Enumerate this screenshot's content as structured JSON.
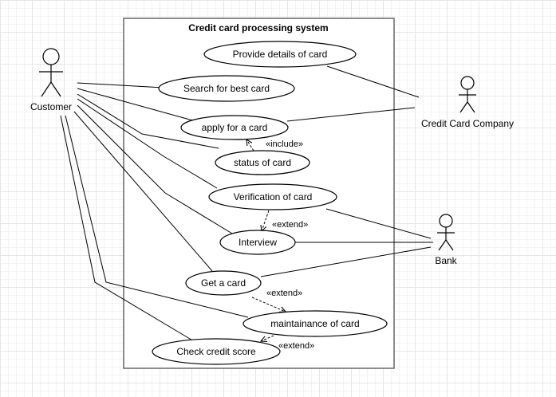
{
  "diagram": {
    "system_title": "Credit card processing system",
    "actors": {
      "customer": "Customer",
      "company": "Credit Card Company",
      "bank": "Bank"
    },
    "use_cases": {
      "provide_details": "Provide details of card",
      "search_best": "Search for best card",
      "apply": "apply for a card",
      "status": "status of card",
      "verification": "Verification of card",
      "interview": "Interview",
      "get_card": "Get a card",
      "maintenance": "maintainance of card",
      "credit_score": "Check credit score"
    },
    "stereotypes": {
      "include": "«include»",
      "extend1": "«extend»",
      "extend2": "«extend»",
      "extend3": "«extend»"
    }
  }
}
